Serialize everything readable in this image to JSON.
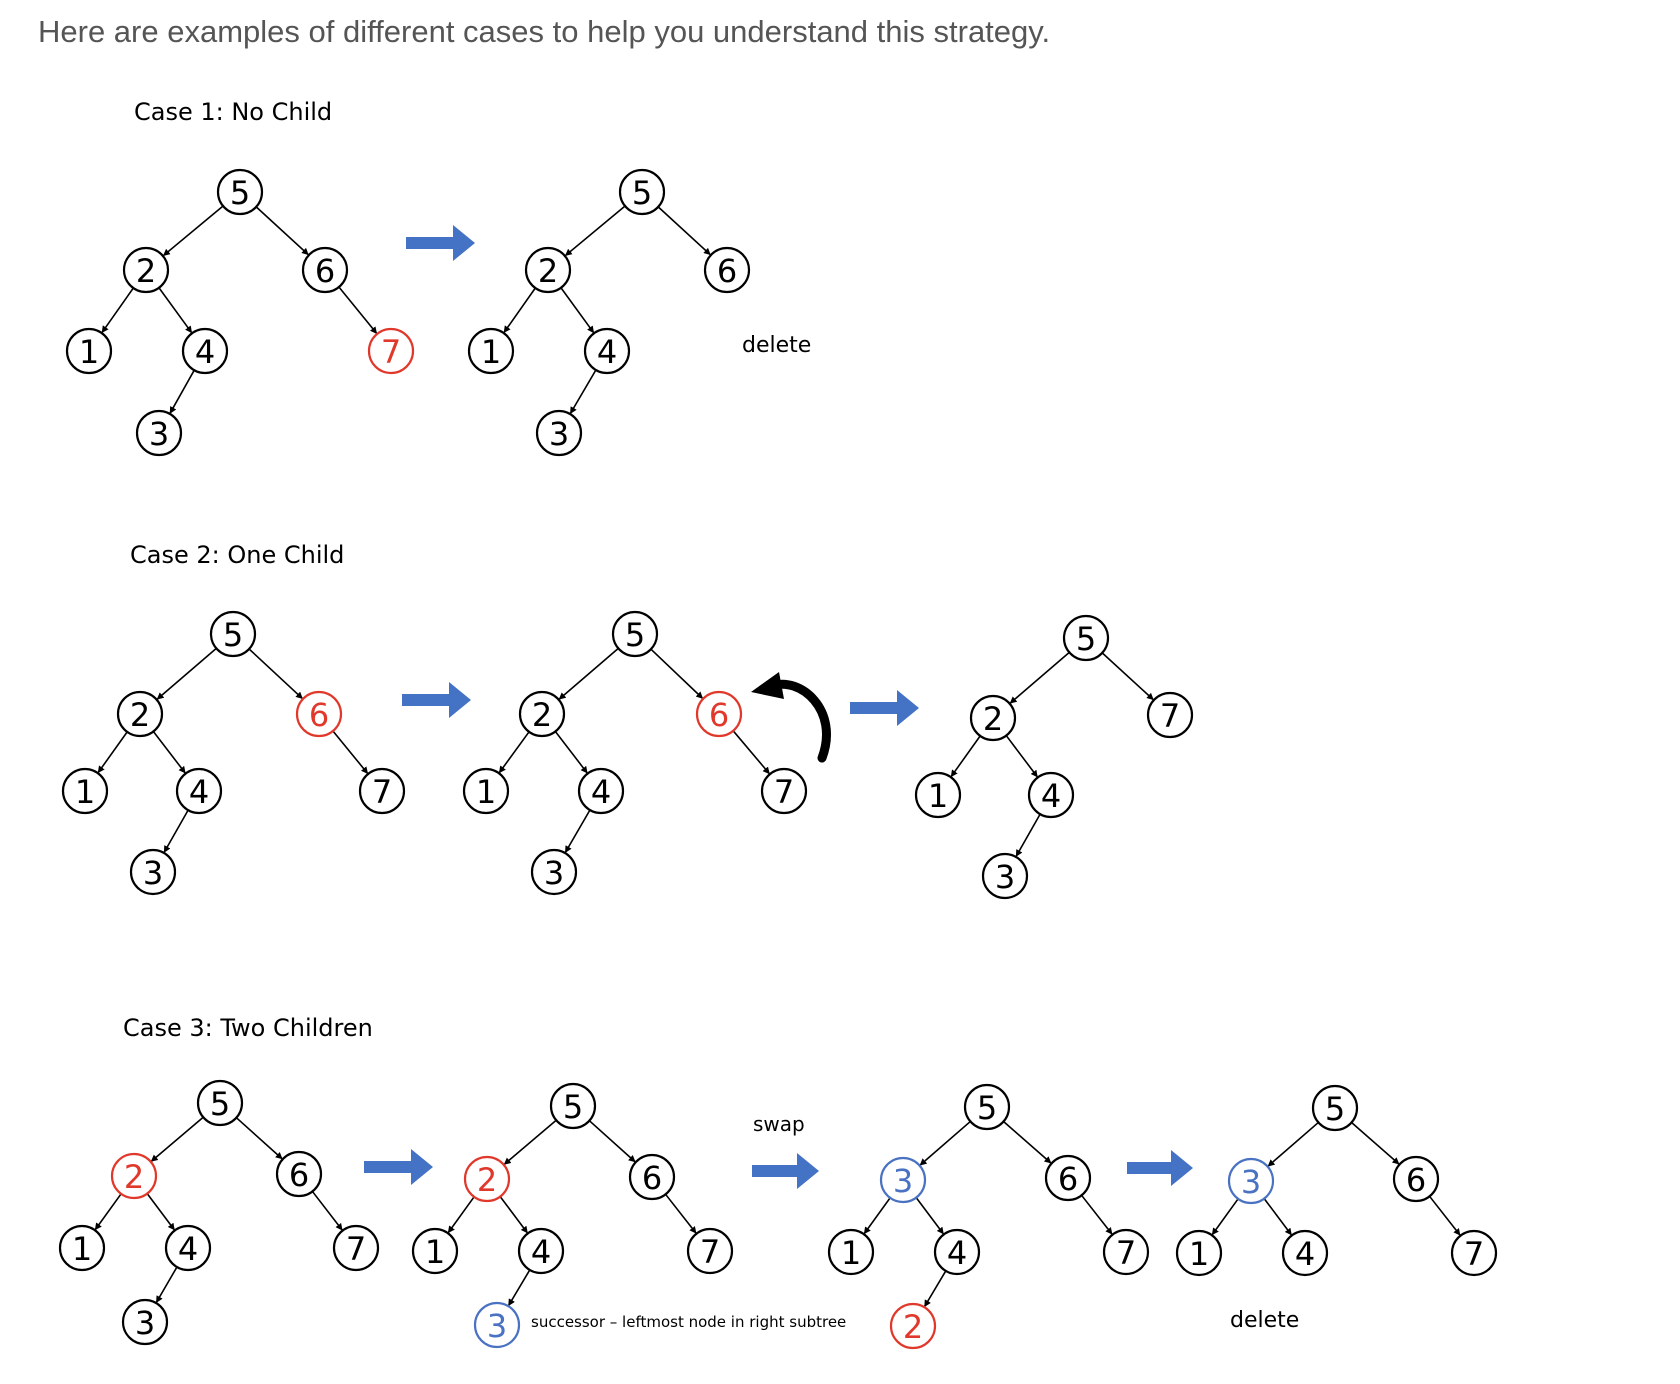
{
  "intro": "Here are examples of different cases to help you understand this strategy.",
  "colors": {
    "normal": "#000000",
    "deleted": "#e0392b",
    "successor": "#4a72c2",
    "arrow": "#4472c4"
  },
  "cases": [
    {
      "title": "Case 1: No Child",
      "trees": [
        {
          "nodes": [
            {
              "label": "5"
            },
            {
              "label": "2"
            },
            {
              "label": "6"
            },
            {
              "label": "1"
            },
            {
              "label": "4"
            },
            {
              "label": "7",
              "state": "deleted"
            },
            {
              "label": "3"
            }
          ]
        },
        {
          "nodes": [
            {
              "label": "5"
            },
            {
              "label": "2"
            },
            {
              "label": "6"
            },
            {
              "label": "1"
            },
            {
              "label": "4"
            },
            {
              "label": "3"
            }
          ]
        }
      ],
      "notes": [
        "delete"
      ]
    },
    {
      "title": "Case 2: One Child",
      "trees": [
        {
          "nodes": [
            {
              "label": "5"
            },
            {
              "label": "2"
            },
            {
              "label": "6",
              "state": "deleted"
            },
            {
              "label": "1"
            },
            {
              "label": "4"
            },
            {
              "label": "7"
            },
            {
              "label": "3"
            }
          ]
        },
        {
          "nodes": [
            {
              "label": "5"
            },
            {
              "label": "2"
            },
            {
              "label": "6",
              "state": "deleted"
            },
            {
              "label": "1"
            },
            {
              "label": "4"
            },
            {
              "label": "7"
            },
            {
              "label": "3"
            }
          ]
        },
        {
          "nodes": [
            {
              "label": "5"
            },
            {
              "label": "2"
            },
            {
              "label": "7"
            },
            {
              "label": "1"
            },
            {
              "label": "4"
            },
            {
              "label": "3"
            }
          ]
        }
      ],
      "notes": []
    },
    {
      "title": "Case 3: Two Children",
      "trees": [
        {
          "nodes": [
            {
              "label": "5"
            },
            {
              "label": "2",
              "state": "deleted"
            },
            {
              "label": "6"
            },
            {
              "label": "1"
            },
            {
              "label": "4"
            },
            {
              "label": "7"
            },
            {
              "label": "3"
            }
          ]
        },
        {
          "nodes": [
            {
              "label": "5"
            },
            {
              "label": "2",
              "state": "deleted"
            },
            {
              "label": "6"
            },
            {
              "label": "1"
            },
            {
              "label": "4"
            },
            {
              "label": "7"
            },
            {
              "label": "3",
              "state": "successor"
            }
          ]
        },
        {
          "nodes": [
            {
              "label": "5"
            },
            {
              "label": "3",
              "state": "successor"
            },
            {
              "label": "6"
            },
            {
              "label": "1"
            },
            {
              "label": "4"
            },
            {
              "label": "7"
            },
            {
              "label": "2",
              "state": "deleted"
            }
          ]
        },
        {
          "nodes": [
            {
              "label": "5"
            },
            {
              "label": "3",
              "state": "successor"
            },
            {
              "label": "6"
            },
            {
              "label": "1"
            },
            {
              "label": "4"
            },
            {
              "label": "7"
            }
          ]
        }
      ],
      "notes": [
        "successor – leftmost node in right subtree",
        "swap",
        "delete"
      ]
    }
  ]
}
